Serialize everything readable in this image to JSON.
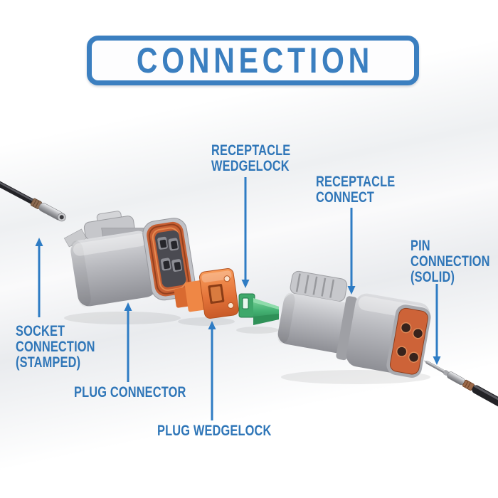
{
  "banner": {
    "title": "CONNECTION"
  },
  "labels": {
    "receptacle_wedgelock": "RECEPTACLE\nWEDGELOCK",
    "receptacle_connect": "RECEPTACLE\nCONNECT",
    "pin_connection": "PIN\nCONNECTION\n(SOLID)",
    "socket_connection": "SOCKET\nCONNECTION\n(STAMPED)",
    "plug_connector": "PLUG CONNECTOR",
    "plug_wedgelock": "PLUG WEDGELOCK"
  },
  "parts": {
    "socket_wire_image": "stamped socket terminal crimped on black wire",
    "plug_connector_image": "gray 4-way plug connector with orange seal",
    "plug_wedgelock_image": "orange plug wedgelock",
    "receptacle_wedgelock_image": "green receptacle wedgelock",
    "receptacle_connector_image": "gray 4-way receptacle with orange face",
    "pin_wire_image": "solid pin terminal crimped on black wire"
  },
  "colors": {
    "banner_blue": "#3b7fc0",
    "label_blue": "#2f76b8",
    "arrow_blue": "#2e7cc4",
    "connector_gray": "#b5b6bb",
    "seal_orange": "#c75f33",
    "wedgelock_orange": "#ef8043",
    "wedgelock_green": "#4cb97c",
    "wire_black": "#222222"
  }
}
